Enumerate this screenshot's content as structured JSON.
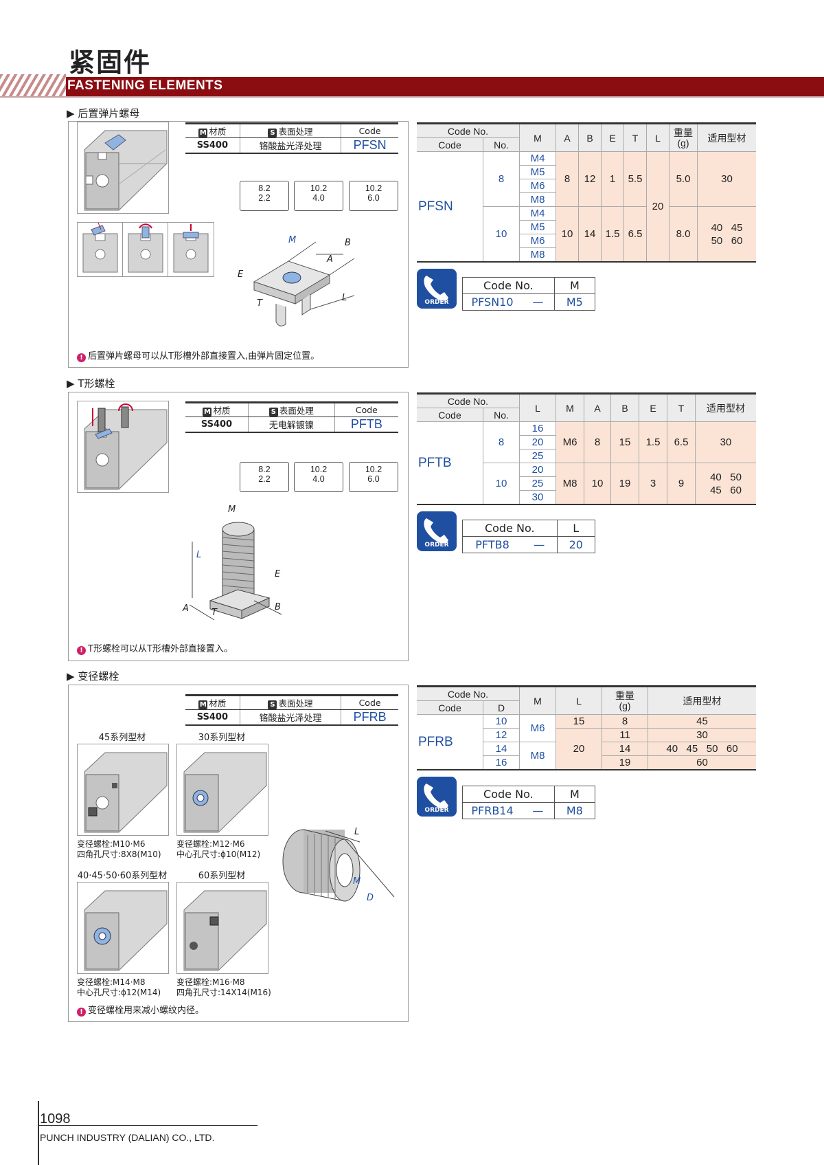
{
  "header": {
    "title_cn": "紧固件",
    "title_en": "FASTENING ELEMENTS"
  },
  "s1": {
    "heading": "后置弹片螺母",
    "mat_headers": [
      "材质",
      "表面处理",
      "Code"
    ],
    "mat_badges": [
      "M",
      "S"
    ],
    "mat_values": [
      "SS400",
      "铬酸盐光泽处理",
      "PFSN"
    ],
    "slots": [
      [
        "8.2",
        "2.2"
      ],
      [
        "10.2",
        "4.0"
      ],
      [
        "10.2",
        "6.0"
      ]
    ],
    "dim_labels": [
      "M",
      "B",
      "A",
      "E",
      "T",
      "L"
    ],
    "note": "后置弹片螺母可以从T形槽外部直接置入,由弹片固定位置。",
    "spec_headers": {
      "code_no": "Code No.",
      "code": "Code",
      "no": "No.",
      "cols": [
        "M",
        "A",
        "B",
        "E",
        "T",
        "L",
        "重量\n(g)",
        "适用型材"
      ]
    },
    "spec_code": "PFSN",
    "groups": [
      {
        "no": "8",
        "m": [
          "M4",
          "M5",
          "M6",
          "M8"
        ],
        "A": "8",
        "B": "12",
        "E": "1",
        "T": "5.5",
        "W": "5.0",
        "fit": "30"
      },
      {
        "no": "10",
        "m": [
          "M4",
          "M5",
          "M6",
          "M8"
        ],
        "A": "10",
        "B": "14",
        "E": "1.5",
        "T": "6.5",
        "W": "8.0",
        "fit": "40   45\n50   60"
      }
    ],
    "L": "20",
    "order": {
      "label": "ORDER",
      "h": [
        "Code No.",
        "M"
      ],
      "v": [
        "PFSN10",
        "—",
        "M5"
      ]
    }
  },
  "s2": {
    "heading": "T形螺栓",
    "mat_headers": [
      "材质",
      "表面处理",
      "Code"
    ],
    "mat_badges": [
      "M",
      "S"
    ],
    "mat_values": [
      "SS400",
      "无电解镀镍",
      "PFTB"
    ],
    "slots": [
      [
        "8.2",
        "2.2"
      ],
      [
        "10.2",
        "4.0"
      ],
      [
        "10.2",
        "6.0"
      ]
    ],
    "dim_labels": [
      "M",
      "L",
      "E",
      "A",
      "T",
      "B"
    ],
    "note": "T形螺栓可以从T形槽外部直接置入。",
    "spec_headers": {
      "code_no": "Code No.",
      "code": "Code",
      "no": "No.",
      "cols": [
        "L",
        "M",
        "A",
        "B",
        "E",
        "T",
        "适用型材"
      ]
    },
    "spec_code": "PFTB",
    "groups": [
      {
        "no": "8",
        "L": [
          "16",
          "20",
          "25"
        ],
        "M": "M6",
        "A": "8",
        "B": "15",
        "E": "1.5",
        "T": "6.5",
        "fit": "30"
      },
      {
        "no": "10",
        "L": [
          "20",
          "25",
          "30"
        ],
        "M": "M8",
        "A": "10",
        "B": "19",
        "E": "3",
        "T": "9",
        "fit": "40   50\n45   60"
      }
    ],
    "order": {
      "label": "ORDER",
      "h": [
        "Code No.",
        "L"
      ],
      "v": [
        "PFTB8",
        "—",
        "20"
      ]
    }
  },
  "s3": {
    "heading": "变径螺栓",
    "mat_headers": [
      "材质",
      "表面处理",
      "Code"
    ],
    "mat_badges": [
      "M",
      "S"
    ],
    "mat_values": [
      "SS400",
      "铬酸盐光泽处理",
      "PFRB"
    ],
    "series": [
      "45系列型材",
      "30系列型材",
      "40·45·50·60系列型材",
      "60系列型材"
    ],
    "captions": [
      [
        "变径螺栓:M10·M6",
        "四角孔尺寸:8X8(M10)"
      ],
      [
        "变径螺栓:M12·M6",
        "中心孔尺寸:ϕ10(M12)"
      ],
      [
        "变径螺栓:M14·M8",
        "中心孔尺寸:ϕ12(M14)"
      ],
      [
        "变径螺栓:M16·M8",
        "四角孔尺寸:14X14(M16)"
      ]
    ],
    "dim_labels": [
      "L",
      "M",
      "D"
    ],
    "note": "变径螺栓用来减小螺纹内径。",
    "spec_headers": {
      "code_no": "Code No.",
      "code": "Code",
      "d": "D",
      "cols": [
        "M",
        "L",
        "重量\n(g)",
        "适用型材"
      ]
    },
    "spec_code": "PFRB",
    "rows": [
      {
        "d": "10",
        "w": "8",
        "fit": "45"
      },
      {
        "d": "12",
        "w": "11",
        "fit": "30"
      },
      {
        "d": "14",
        "w": "14",
        "fit": "40   45   50   60"
      },
      {
        "d": "16",
        "w": "19",
        "fit": "60"
      }
    ],
    "m": [
      "M6",
      "M8"
    ],
    "l": [
      "15",
      "20"
    ],
    "order": {
      "label": "ORDER",
      "h": [
        "Code No.",
        "M"
      ],
      "v": [
        "PFRB14",
        "—",
        "M8"
      ]
    }
  },
  "footer": {
    "page": "1098",
    "company": "PUNCH INDUSTRY (DALIAN) CO., LTD."
  }
}
